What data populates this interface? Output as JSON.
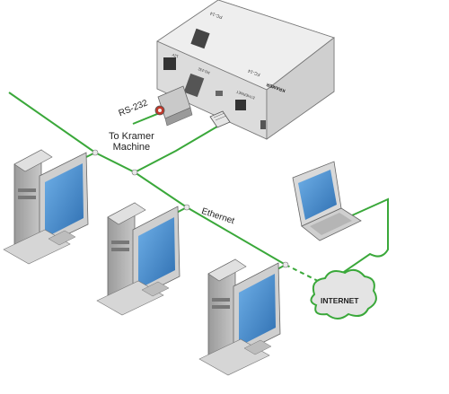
{
  "labels": {
    "rs232": "RS-232",
    "to_kramer": "To Kramer",
    "machine": "Machine",
    "ethernet": "Ethernet",
    "internet": "INTERNET"
  },
  "device": {
    "brand": "KRAMER",
    "model": "FC-14",
    "port_rs232": "RS-232",
    "port_power": "12V",
    "port_ethernet": "ETHERNET",
    "back_label": "PC-14"
  },
  "colors": {
    "network_line": "#3aa83a",
    "screen": "#3f87c9",
    "case": "#d9d9d9",
    "cloud": "#e4e4e4"
  }
}
